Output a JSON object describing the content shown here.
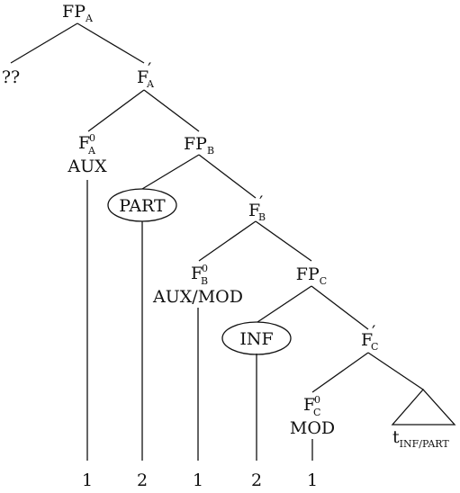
{
  "tree": {
    "root": {
      "base": "FP",
      "sub": "A"
    },
    "unknown": "??",
    "fbar_a": {
      "base": "F",
      "prime": "′",
      "sub": "A"
    },
    "f0_a": {
      "base": "F",
      "sup": "0",
      "sub": "A",
      "word": "AUX"
    },
    "fp_b": {
      "base": "FP",
      "sub": "B"
    },
    "part": "PART",
    "fbar_b": {
      "base": "F",
      "prime": "′",
      "sub": "B"
    },
    "f0_b": {
      "base": "F",
      "sup": "0",
      "sub": "B",
      "word": "AUX/MOD"
    },
    "fp_c": {
      "base": "FP",
      "sub": "C"
    },
    "inf": "INF",
    "fbar_c": {
      "base": "F",
      "prime": "′",
      "sub": "C"
    },
    "f0_c": {
      "base": "F",
      "sup": "0",
      "sub": "C",
      "word": "MOD"
    },
    "trace": {
      "base": "t",
      "sub": "INF/PART"
    }
  },
  "order_numbers": [
    "1",
    "2",
    "1",
    "2",
    "1"
  ]
}
